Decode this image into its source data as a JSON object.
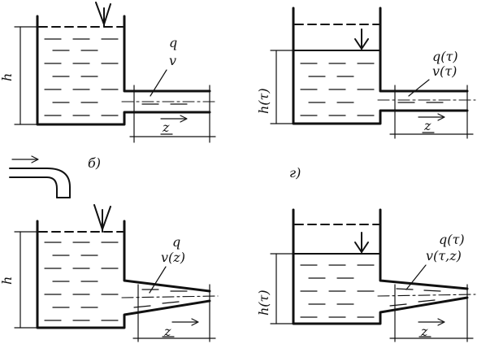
{
  "panels": [
    {
      "id": "a",
      "height_label": "h",
      "flow_label": "q",
      "velocity_label": "v",
      "length_label": "z"
    },
    {
      "id": "b",
      "height_label": "h(τ)",
      "flow_label": "q(τ)",
      "velocity_label": "v(τ)",
      "length_label": "z"
    },
    {
      "id": "c",
      "height_label": "h",
      "flow_label": "q",
      "velocity_label": "v(z)",
      "length_label": "z"
    },
    {
      "id": "d",
      "height_label": "h(τ)",
      "flow_label": "q(τ)",
      "velocity_label": "v(τ,z)",
      "length_label": "z"
    }
  ],
  "markers": {
    "mid_left": "б)",
    "mid_right": "г)"
  },
  "colors": {
    "ink": "#111111",
    "background": "#ffffff"
  }
}
